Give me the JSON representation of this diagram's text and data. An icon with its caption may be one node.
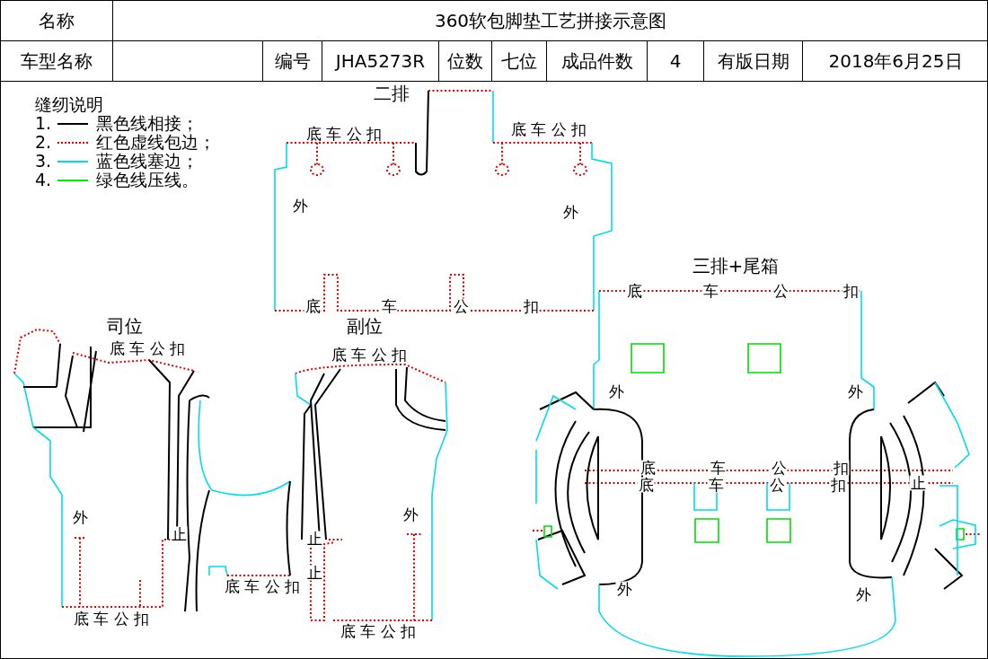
{
  "diagram": {
    "title": "360软包脚垫工艺拼接示意图",
    "labels": [
      "名称",
      "车型名称",
      "编号",
      "JHA5273R",
      "位数",
      "七位",
      "成品件数",
      "4",
      "有版日期",
      "2018年6月25日",
      "缝纫说明",
      "1.",
      "2.",
      "3.",
      "4.",
      "二排",
      "底 车 公 扣",
      "底 车 公 扣",
      "外",
      "外",
      "底",
      "车",
      "公",
      "扣",
      "三排+尾箱",
      "底",
      "车",
      "公",
      "扣",
      "外",
      "外",
      "底",
      "车",
      "公",
      "扣",
      "底",
      "车",
      "公",
      "扣",
      "止",
      "外",
      "外",
      "司位",
      "底 车 公 扣",
      "外",
      "止",
      "底 车 公 扣",
      "底 车 公 扣",
      "副位",
      "底 车 公 扣",
      "外",
      "止",
      "止",
      "底 车 公 扣"
    ],
    "legend": [
      {
        "text": "黑色线相接；"
      },
      {
        "text": "红色虚线包边；"
      },
      {
        "text": "蓝色线塞边；"
      },
      {
        "text": "绿色线压线。"
      }
    ]
  }
}
